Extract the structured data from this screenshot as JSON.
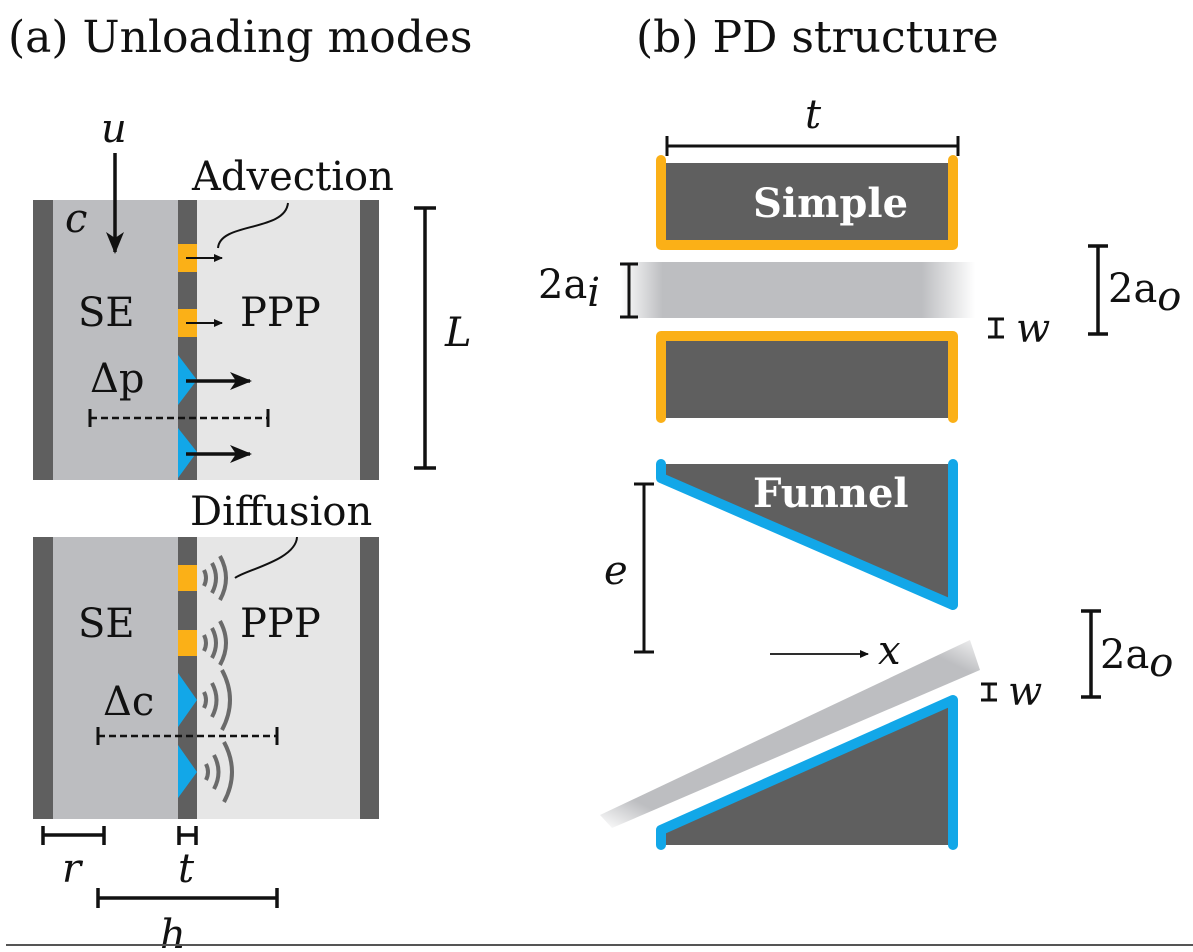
{
  "panel_a": {
    "title": "(a) Unloading modes",
    "advection": {
      "annotation": "Advection",
      "velocity_label": "u",
      "concentration_label": "c",
      "left_region": "SE",
      "right_region": "PPP",
      "driving_force": "Δp",
      "length_label": "L"
    },
    "diffusion": {
      "annotation": "Diffusion",
      "left_region": "SE",
      "right_region": "PPP",
      "driving_force": "Δc"
    },
    "dimensions": {
      "r": "r",
      "t": "t",
      "h": "h"
    }
  },
  "panel_b": {
    "title": "(b) PD structure",
    "simple": {
      "label": "Simple",
      "thickness_label": "t",
      "inner_radius_label": "2a",
      "inner_radius_sub": "i",
      "outer_radius_label": "2a",
      "outer_radius_sub": "o",
      "wall_label": "w"
    },
    "funnel": {
      "label": "Funnel",
      "entrance_label": "e",
      "axis_label": "x",
      "outer_radius_label": "2a",
      "outer_radius_sub": "o",
      "wall_label": "w"
    }
  },
  "colors": {
    "wall": "#5f5f5f",
    "se": "#bcbdc0",
    "ppp": "#e6e6e6",
    "orange": "#fbb017",
    "blue": "#12a7e8",
    "waves": "#6a6a6a",
    "gap": "#bdbec1"
  }
}
